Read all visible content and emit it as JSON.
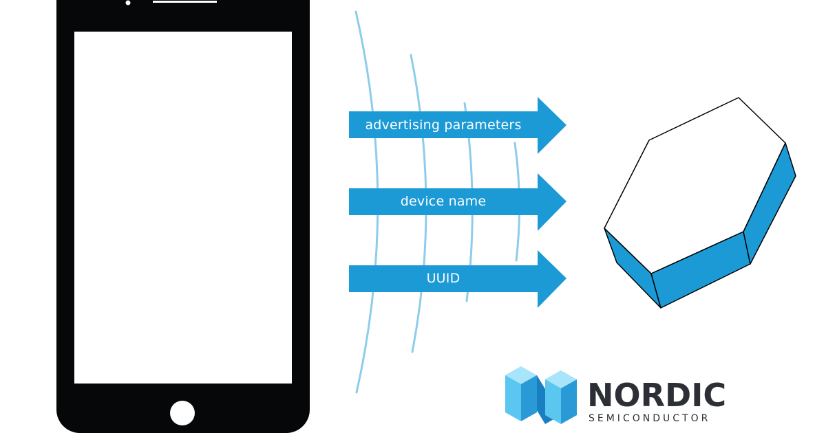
{
  "arrows": [
    {
      "label": "advertising parameters"
    },
    {
      "label": "device name"
    },
    {
      "label": "UUID"
    }
  ],
  "brand": {
    "name": "NORDIC",
    "subtitle": "SEMICONDUCTOR"
  },
  "colors": {
    "arrow": "#1b9ad6",
    "wave": "#8dcdeb",
    "phone": "#050708",
    "device_side": "#1b9ad6",
    "logo_light": "#5bc6f0",
    "logo_dark": "#1a7fc1",
    "text_dark": "#2c2f36"
  }
}
